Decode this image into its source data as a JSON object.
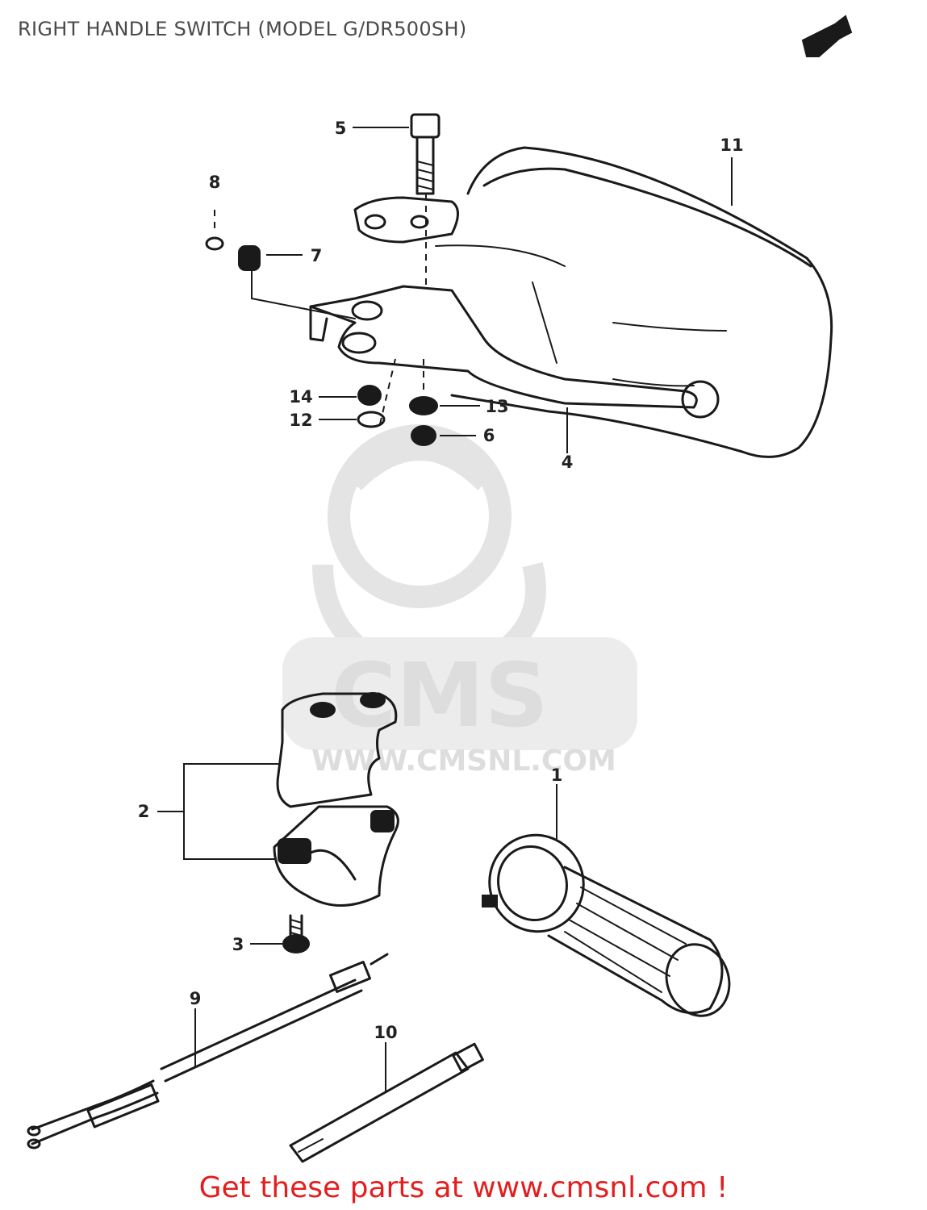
{
  "title": "RIGHT HANDLE SWITCH (MODEL G/DR500SH)",
  "footer": "Get these parts at www.cmsnl.com !",
  "watermark": {
    "brand": "CMS",
    "url": "WWW.CMSNL.COM"
  },
  "callouts": {
    "c1": "1",
    "c2": "2",
    "c3": "3",
    "c4": "4",
    "c5": "5",
    "c6": "6",
    "c7": "7",
    "c8": "8",
    "c9": "9",
    "c10": "10",
    "c11": "11",
    "c12": "12",
    "c13": "13",
    "c14": "14"
  },
  "colors": {
    "footer": "#e41e1e",
    "title": "#4a4a4a",
    "watermark": "#dddddd"
  },
  "icons": {
    "corner": "direction-arrow-icon"
  }
}
